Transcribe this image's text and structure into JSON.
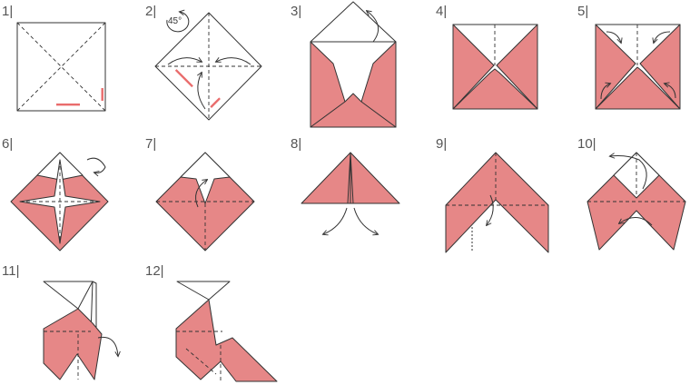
{
  "steps": [
    {
      "label": "1|"
    },
    {
      "label": "2|"
    },
    {
      "label": "3|"
    },
    {
      "label": "4|"
    },
    {
      "label": "5|"
    },
    {
      "label": "6|"
    },
    {
      "label": "7|"
    },
    {
      "label": "8|"
    },
    {
      "label": "9|"
    },
    {
      "label": "10|"
    },
    {
      "label": "11|"
    },
    {
      "label": "12|"
    }
  ],
  "rotate_label": "45°",
  "colors": {
    "paper": "#ffffff",
    "colored_side": "#e68787",
    "line": "#333333"
  }
}
